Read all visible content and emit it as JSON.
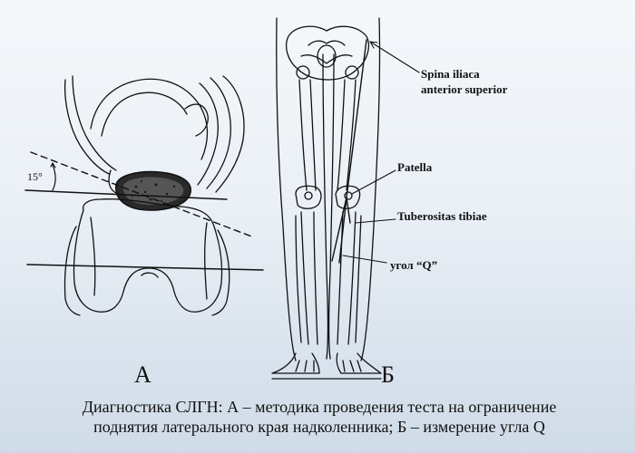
{
  "figure": {
    "panel_a": {
      "letter": "А",
      "angle_label": "15°"
    },
    "panel_b": {
      "letter": "Б",
      "labels": {
        "spina": [
          "Spina iliaca",
          "anterior superior"
        ],
        "patella": "Patella",
        "tuberositas": "Tuberositas tibiae",
        "q_angle": "угол “Q”"
      }
    },
    "caption": [
      "Диагностика СЛГН: А – методика проведения теста на ограничение",
      "поднятия латерального края надколенника; Б – измерение угла Q"
    ]
  },
  "colors": {
    "ink": "#111111",
    "background_top": "#f5f8fb",
    "background_bottom": "#cfdbe8"
  }
}
